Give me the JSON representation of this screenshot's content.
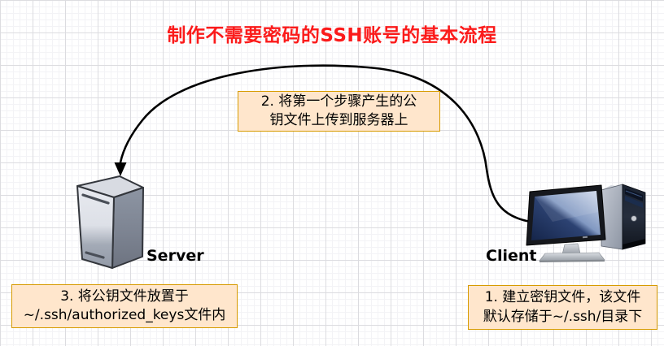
{
  "title": {
    "text": "制作不需要密码的SSH账号的基本流程",
    "color": "#fb1b1b"
  },
  "nodes": {
    "server": {
      "label": "Server"
    },
    "client": {
      "label": "Client"
    }
  },
  "boxes": {
    "step1": {
      "lines": [
        "1. 建立密钥文件，该文件",
        "默认存储于~/.ssh/目录下"
      ]
    },
    "step2": {
      "lines": [
        "2. 将第一个步骤产生的公",
        "钥文件上传到服务器上"
      ]
    },
    "step3": {
      "lines": [
        "3. 将公钥文件放置于",
        "~/.ssh/authorized_keys文件内"
      ]
    }
  },
  "colors": {
    "box_fill": "#ffe6cc",
    "box_border": "#d79b00",
    "title_red": "#fb1b1b",
    "arrow": "#000000",
    "grid_major": "#dcdce0",
    "grid_minor": "#f3f3f6",
    "server_body": "#c6cbd5",
    "client_screen": "#2c4272"
  }
}
